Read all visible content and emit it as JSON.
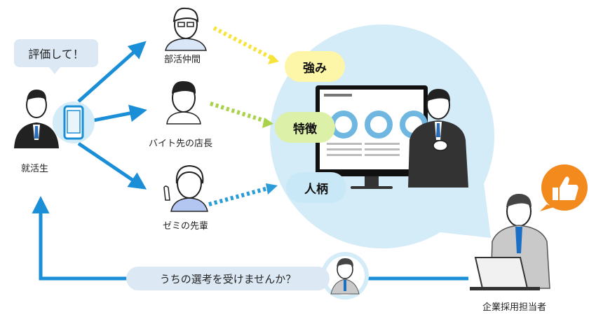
{
  "speech_bubble": "評価して！",
  "student_label": "就活生",
  "peers": [
    {
      "label": "部活仲間"
    },
    {
      "label": "バイト先の店長"
    },
    {
      "label": "ゼミの先輩"
    }
  ],
  "trait_tags": [
    {
      "label": "強み",
      "color": "#fdf6a8"
    },
    {
      "label": "特徴",
      "color": "#ddf0a8"
    },
    {
      "label": "人柄",
      "color": "#c9e8f7"
    }
  ],
  "recruiter_label": "企業採用担当者",
  "invite_message": "うちの選考を受けませんか？",
  "colors": {
    "arrow_blue": "#1a8fd8",
    "spotlight": "#d4ebf8",
    "thumbs_badge": "#f28a1e"
  },
  "icons": [
    "smartphone-icon",
    "monitor-icon",
    "thumbs-up-icon"
  ]
}
